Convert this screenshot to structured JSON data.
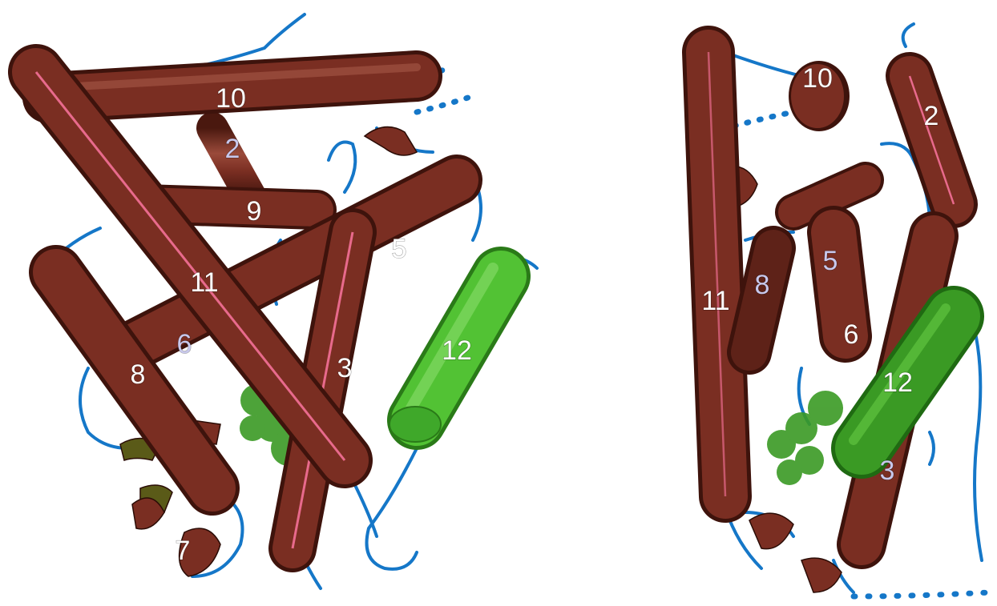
{
  "figure": {
    "panels": [
      {
        "id": "left",
        "helix_labels": [
          "10",
          "2",
          "9",
          "11",
          "5",
          "8",
          "6",
          "3",
          "12",
          "7"
        ]
      },
      {
        "id": "right",
        "helix_labels": [
          "10",
          "2",
          "11",
          "8",
          "5",
          "6",
          "12",
          "3"
        ]
      }
    ],
    "colors": {
      "helix": "#7a2e22",
      "helix_shadow": "#3e130c",
      "highlight_helix": "#3fa82a",
      "loop": "#1577c8",
      "axis_line": "#e86a8c"
    }
  }
}
